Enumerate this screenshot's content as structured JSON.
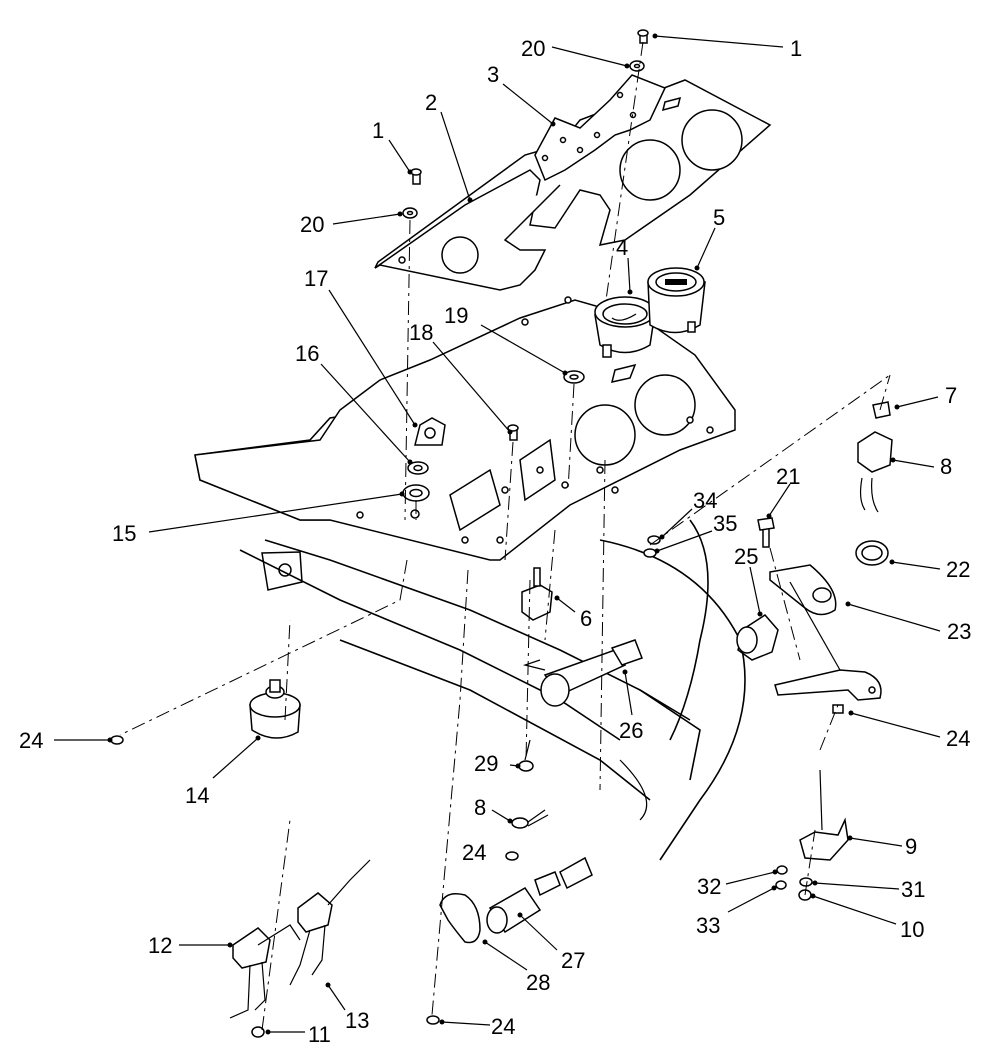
{
  "diagram": {
    "callouts": [
      {
        "id": "c1a",
        "text": "1"
      },
      {
        "id": "c20a",
        "text": "20"
      },
      {
        "id": "c3",
        "text": "3"
      },
      {
        "id": "c2",
        "text": "2"
      },
      {
        "id": "c1b",
        "text": "1"
      },
      {
        "id": "c20b",
        "text": "20"
      },
      {
        "id": "c5",
        "text": "5"
      },
      {
        "id": "c4",
        "text": "4"
      },
      {
        "id": "c17",
        "text": "17"
      },
      {
        "id": "c19",
        "text": "19"
      },
      {
        "id": "c18",
        "text": "18"
      },
      {
        "id": "c16",
        "text": "16"
      },
      {
        "id": "c7",
        "text": "7"
      },
      {
        "id": "c8a",
        "text": "8"
      },
      {
        "id": "c21",
        "text": "21"
      },
      {
        "id": "c34",
        "text": "34"
      },
      {
        "id": "c35",
        "text": "35"
      },
      {
        "id": "c25",
        "text": "25"
      },
      {
        "id": "c22",
        "text": "22"
      },
      {
        "id": "c15",
        "text": "15"
      },
      {
        "id": "c6",
        "text": "6"
      },
      {
        "id": "c23",
        "text": "23"
      },
      {
        "id": "c26",
        "text": "26"
      },
      {
        "id": "c24a",
        "text": "24"
      },
      {
        "id": "c24b",
        "text": "24"
      },
      {
        "id": "c14",
        "text": "14"
      },
      {
        "id": "c29",
        "text": "29"
      },
      {
        "id": "c8b",
        "text": "8"
      },
      {
        "id": "c24c",
        "text": "24"
      },
      {
        "id": "c9",
        "text": "9"
      },
      {
        "id": "c32",
        "text": "32"
      },
      {
        "id": "c31",
        "text": "31"
      },
      {
        "id": "c33",
        "text": "33"
      },
      {
        "id": "c10",
        "text": "10"
      },
      {
        "id": "c12",
        "text": "12"
      },
      {
        "id": "c27",
        "text": "27"
      },
      {
        "id": "c28",
        "text": "28"
      },
      {
        "id": "c13",
        "text": "13"
      },
      {
        "id": "c24d",
        "text": "24"
      },
      {
        "id": "c11",
        "text": "11"
      }
    ]
  }
}
